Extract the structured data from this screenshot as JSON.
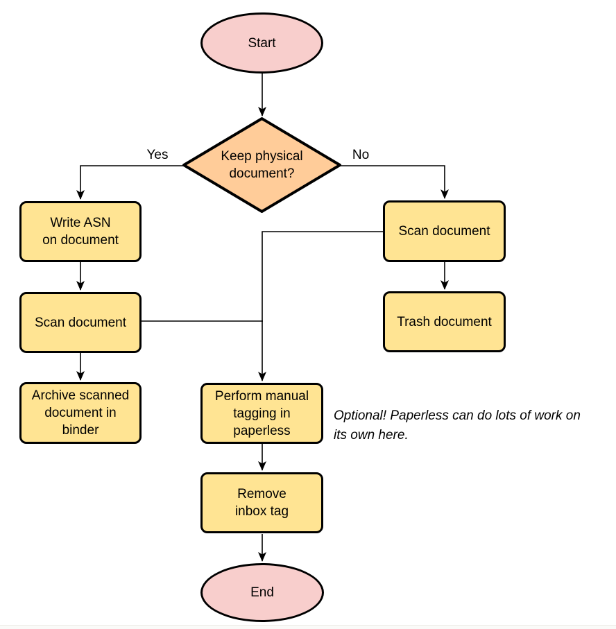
{
  "flowchart": {
    "nodes": [
      {
        "id": "start",
        "shape": "ellipse",
        "label": "Start",
        "fill": "#f8cecc"
      },
      {
        "id": "decision",
        "shape": "diamond",
        "label": "Keep physical\ndocument?",
        "fill": "#ffcc99"
      },
      {
        "id": "write-asn",
        "shape": "rect",
        "label": "Write ASN\non document",
        "fill": "#ffe493"
      },
      {
        "id": "scan-left",
        "shape": "rect",
        "label": "Scan document",
        "fill": "#ffe493"
      },
      {
        "id": "archive",
        "shape": "rect",
        "label": "Archive scanned\ndocument in\nbinder",
        "fill": "#ffe493"
      },
      {
        "id": "scan-right",
        "shape": "rect",
        "label": "Scan document",
        "fill": "#ffe493"
      },
      {
        "id": "trash",
        "shape": "rect",
        "label": "Trash document",
        "fill": "#ffe493"
      },
      {
        "id": "tagging",
        "shape": "rect",
        "label": "Perform manual\ntagging in\npaperless",
        "fill": "#ffe493"
      },
      {
        "id": "remove-inbox",
        "shape": "rect",
        "label": "Remove\ninbox tag",
        "fill": "#ffe493"
      },
      {
        "id": "end",
        "shape": "ellipse",
        "label": "End",
        "fill": "#f8cecc"
      }
    ],
    "edge_labels": {
      "yes": "Yes",
      "no": "No"
    },
    "annotation": "Optional! Paperless can do lots of work on\nits own here.",
    "colors": {
      "process_fill": "#ffe493",
      "terminator_fill": "#f8cecc",
      "decision_fill": "#ffcc99",
      "stroke": "#000000",
      "background": "#ffffff"
    }
  }
}
